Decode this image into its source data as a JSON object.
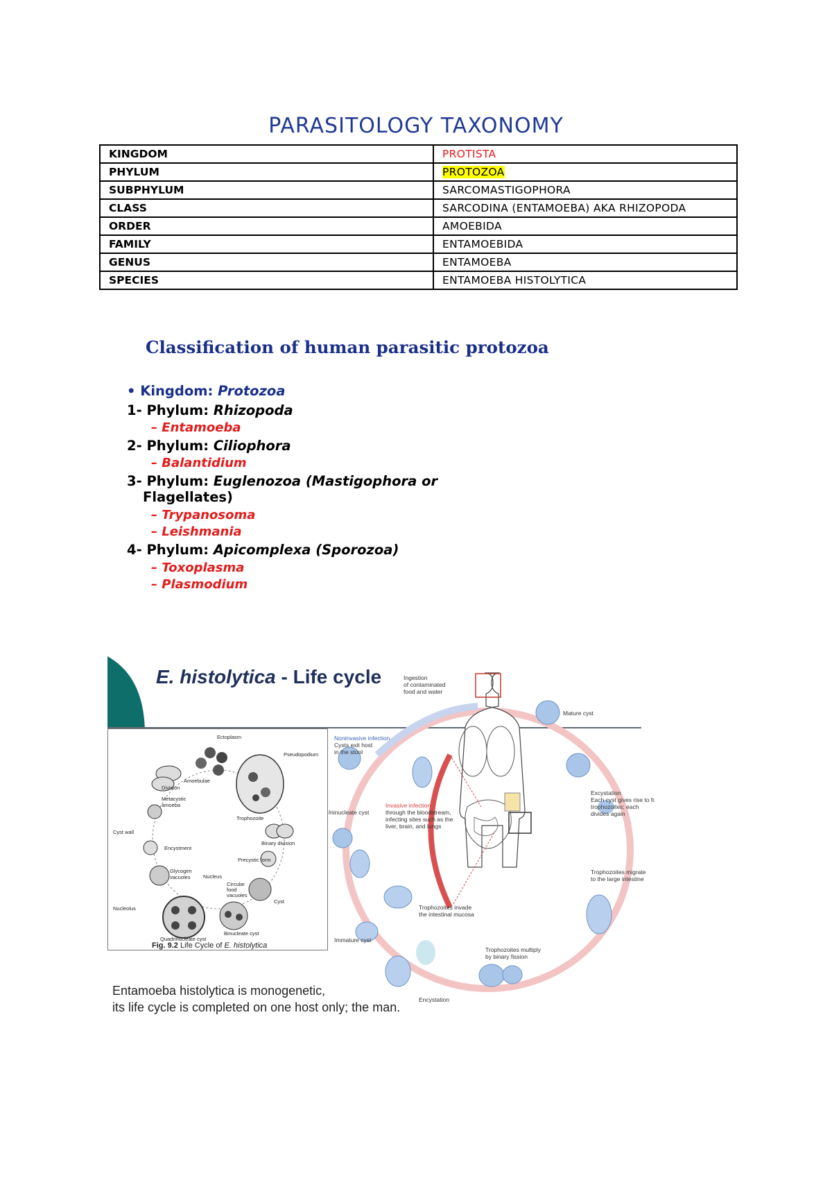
{
  "title": "PARASITOLOGY TAXONOMY",
  "taxonomy": [
    {
      "rank": "KINGDOM",
      "value": "PROTISTA"
    },
    {
      "rank": "PHYLUM",
      "value": "PROTOZOA"
    },
    {
      "rank": "SUBPHYLUM",
      "value": "SARCOMASTIGOPHORA"
    },
    {
      "rank": "CLASS",
      "value": "SARCODINA (ENTAMOEBA) AKA RHIZOPODA"
    },
    {
      "rank": "ORDER",
      "value": "AMOEBIDA"
    },
    {
      "rank": "FAMILY",
      "value": "ENTAMOEBIDA"
    },
    {
      "rank": "GENUS",
      "value": "ENTAMOEBA"
    },
    {
      "rank": "SPECIES",
      "value": "ENTAMOEBA HISTOLYTICA"
    }
  ],
  "classification": {
    "heading": "Classification of human parasitic protozoa",
    "kingdom_label": "• Kingdom: ",
    "kingdom_value": "Protozoa",
    "phyla": [
      {
        "label": "1- Phylum: ",
        "name": "Rhizopoda",
        "genera": [
          "– Entamoeba"
        ]
      },
      {
        "label": "2- Phylum: ",
        "name": "Ciliophora",
        "genera": [
          "– Balantidium"
        ]
      },
      {
        "label": "3- Phylum: ",
        "name": "Euglenozoa (Mastigophora or",
        "name_cont": "Flagellates)",
        "genera": [
          "– Trypanosoma",
          "– Leishmania"
        ]
      },
      {
        "label": "4- Phylum: ",
        "name": "Apicomplexa",
        "name_suffix": " (Sporozoa)",
        "genera": [
          "– Toxoplasma",
          "– Plasmodium"
        ]
      }
    ]
  },
  "lifecycle": {
    "title_italic": "E. histolytica",
    "title_rest": " - Life cycle",
    "left_figure": {
      "labels": {
        "ectoplasm": "Ectoplasm",
        "pseudopodium": "Pseudopodium",
        "amoebulae": "Amoebulae",
        "division": "Division",
        "metacystic1": "Metacystic",
        "metacystic2": "amoeba",
        "trophozoite": "Trophozoite",
        "binary": "Binary division",
        "cystwall": "Cyst wall",
        "encystment": "Encystment",
        "precystic": "Precystic form",
        "glycogen1": "Glycogen",
        "glycogen2": "vacuoles",
        "nucleus": "Nucleus",
        "circular1": "Circular",
        "circular2": "food",
        "circular3": "vacuoles",
        "cyst": "Cyst",
        "nucleolus": "Nucleolus",
        "binucleate": "Binucleate cyst",
        "quadrinucleate": "Quadrinucleate cyst"
      },
      "caption_prefix": "Fig. 9.2",
      "caption_text": " Life Cycle of ",
      "caption_italic": "E. histolytica"
    },
    "right_figure": {
      "labels": {
        "ingestion1": "Ingestion",
        "ingestion2": "of contaminated",
        "ingestion3": "food and water",
        "mature": "Mature cyst",
        "noninvasive1": "Noninvasive infection",
        "noninvasive2": "Cysts exit host",
        "noninvasive3": "in the stool",
        "excystation": "Excystation",
        "exc1": "Each cyst gives rise to four",
        "exc2": "trophozoites; each",
        "exc3": "divides again",
        "uninucleate": "Uninucleate cyst",
        "invasive1": "Invasive infection",
        "invasive2": "through the bloodstream,",
        "invasive3": "infecting sites such as the",
        "invasive4": "liver, brain, and lungs",
        "migrate1": "Trophozoites migrate",
        "migrate2": "to the large intestine",
        "invade1": "Trophozoites invade",
        "invade2": "the intestinal mucosa",
        "immature": "Immature cyst",
        "multiply1": "Trophozoites multiply",
        "multiply2": "by binary fission",
        "encystation": "Encystation"
      }
    },
    "note_line1": "Entamoeba histolytica is monogenetic,",
    "note_line2": "its life cycle is completed on one host only; the man."
  }
}
